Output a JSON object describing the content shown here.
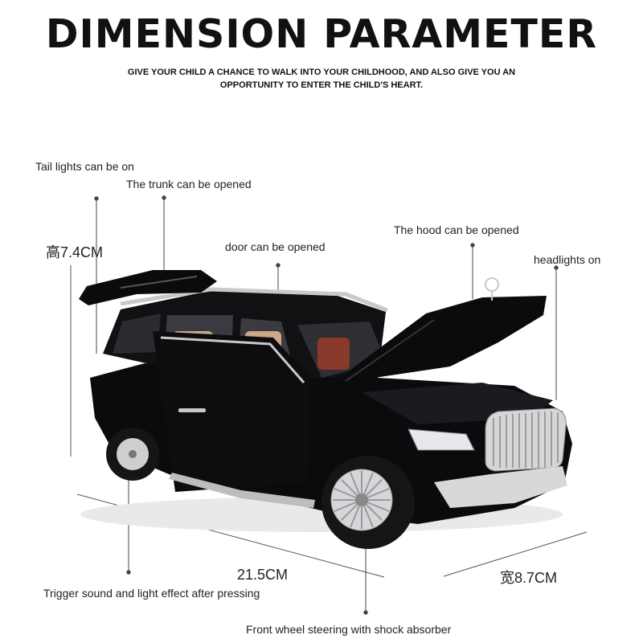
{
  "header": {
    "title": "DIMENSION PARAMETER",
    "subtitle_line1": "GIVE YOUR CHILD A CHANCE TO WALK INTO YOUR CHILDHOOD, AND ALSO GIVE YOU AN",
    "subtitle_line2": "OPPORTUNITY TO ENTER THE CHILD'S HEART."
  },
  "callouts": {
    "tail_lights": "Tail lights can be on",
    "trunk": "The trunk can be opened",
    "door": "door can be opened",
    "hood": "The hood can be opened",
    "headlights": "headlights on",
    "trigger": "Trigger sound and light effect after pressing",
    "front_wheel": "Front wheel steering with shock absorber"
  },
  "dimensions": {
    "height": "高7.4CM",
    "length": "21.5CM",
    "width": "宽8.7CM"
  },
  "colors": {
    "car_body": "#0b0b0d",
    "chrome": "#c9c9cc",
    "interior": "#c9a98a",
    "text": "#222222"
  }
}
